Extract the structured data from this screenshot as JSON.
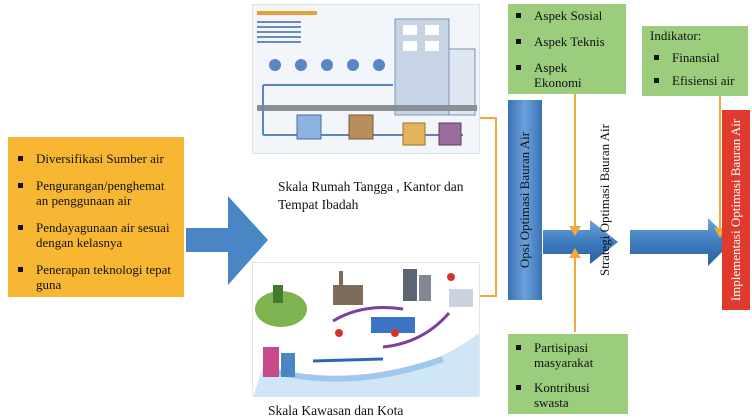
{
  "left_box": {
    "items": [
      "Diversifikasi Sumber air",
      "Pengurangan/penghemat an penggunaan air",
      "Pendayagunaan air sesuai dengan kelasnya",
      "Penerapan teknologi tepat guna"
    ]
  },
  "scale_top": {
    "caption": "Skala Rumah Tangga , Kantor dan Tempat  Ibadah"
  },
  "scale_bottom": {
    "caption": "Skala Kawasan dan Kota"
  },
  "aspects": {
    "items": [
      "Aspek Sosial",
      "Aspek Teknis",
      "Aspek Ekonomi"
    ]
  },
  "indicators": {
    "title": "Indikator:",
    "items": [
      "Finansial",
      "Efisiensi air"
    ]
  },
  "participation": {
    "items": [
      "Partisipasi masyarakat",
      "Kontribusi swasta"
    ]
  },
  "options_label": "Opsi Optimasi Bauran Air",
  "strategy_label": "Strategi Optimasi Bauran Air",
  "implementation_label": "Implementasi Optimasi Bauran Air",
  "colors": {
    "orange": "#f7b733",
    "green": "#9bcd7c",
    "blue": "#4a86c6",
    "red": "#e03a2f"
  }
}
